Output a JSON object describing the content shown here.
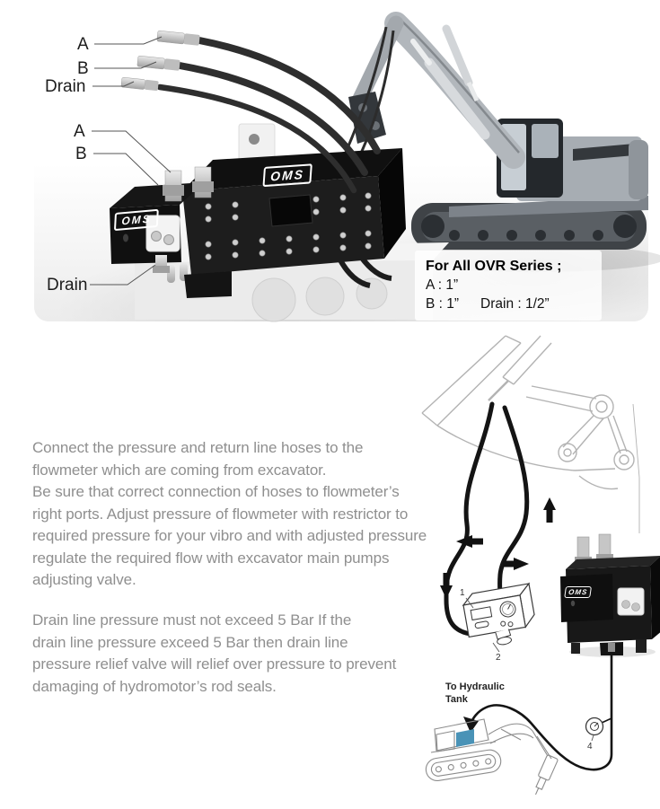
{
  "brand": {
    "logo_text": "OMS"
  },
  "colors": {
    "paragraph_text": "#8f8f8f",
    "hose_black": "#141414",
    "tank_highlight": "#4a93b7",
    "device_black": "#161616"
  },
  "top_section": {
    "hose_callouts": {
      "a": "A",
      "b": "B",
      "drain": "Drain"
    },
    "device_callouts": {
      "a": "A",
      "b": "B",
      "drain": "Drain"
    },
    "info_box": {
      "title": "For All OVR Series ;",
      "row_a": "A : 1”",
      "row_b": "B : 1”",
      "row_drain": "Drain : 1/2”"
    }
  },
  "instructions": {
    "paragraph_1": "Connect the pressure and return line hoses to the\nflowmeter which are coming from excavator.\nBe sure that correct connection of hoses to flowmeter’s\nright ports. Adjust pressure of flowmeter with restrictor to\nrequired pressure for your vibro and with adjusted pressure\nregulate the required flow with excavator main pumps\nadjusting valve.",
    "paragraph_2": "Drain line pressure must not exceed 5 Bar If the\ndrain line pressure exceed 5 Bar then drain line\npressure relief valve will relief over pressure to prevent\ndamaging of hydromotor’s rod seals."
  },
  "diagram": {
    "callout_flowmeter": "1",
    "callout_restrictor": "2",
    "callout_relief_valve": "4",
    "tank_label": "To Hydraulic\nTank"
  }
}
